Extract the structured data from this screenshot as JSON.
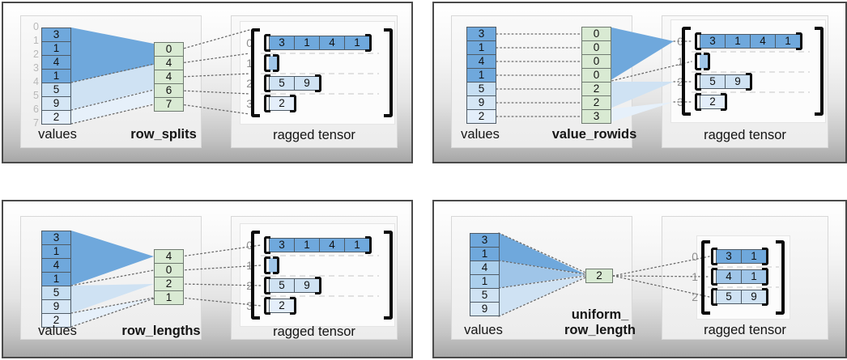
{
  "colors": {
    "blue_dark": "#6fa8dc",
    "blue_mid": "#9fc5e8",
    "blue_light": "#cfe2f3",
    "blue_extra_light": "#e4eefa",
    "encoding_cell_green": "#d9ead3"
  },
  "panels": {
    "row_splits": {
      "method_label": "row_splits",
      "values_label": "values",
      "result_label": "ragged tensor",
      "value_indices": [
        "0",
        "1",
        "2",
        "3",
        "4",
        "5",
        "6",
        "7"
      ],
      "values": [
        "3",
        "1",
        "4",
        "1",
        "5",
        "9",
        "2"
      ],
      "encoding": [
        "0",
        "4",
        "4",
        "6",
        "7"
      ],
      "row_indices": [
        "0",
        "1",
        "2",
        "3"
      ],
      "rows": {
        "r0": [
          "3",
          "1",
          "4",
          "1"
        ],
        "r2": [
          "5",
          "9"
        ],
        "r3": [
          "2"
        ]
      }
    },
    "value_rowids": {
      "method_label": "value_rowids",
      "values_label": "values",
      "result_label": "ragged tensor",
      "values": [
        "3",
        "1",
        "4",
        "1",
        "5",
        "9",
        "2"
      ],
      "encoding": [
        "0",
        "0",
        "0",
        "0",
        "2",
        "2",
        "3"
      ],
      "row_indices": [
        "0",
        "1",
        "2",
        "3"
      ],
      "rows": {
        "r0": [
          "3",
          "1",
          "4",
          "1"
        ],
        "r2": [
          "5",
          "9"
        ],
        "r3": [
          "2"
        ]
      }
    },
    "row_lengths": {
      "method_label": "row_lengths",
      "values_label": "values",
      "result_label": "ragged tensor",
      "values": [
        "3",
        "1",
        "4",
        "1",
        "5",
        "9",
        "2"
      ],
      "encoding": [
        "4",
        "0",
        "2",
        "1"
      ],
      "row_indices": [
        "0",
        "1",
        "2",
        "3"
      ],
      "rows": {
        "r0": [
          "3",
          "1",
          "4",
          "1"
        ],
        "r2": [
          "5",
          "9"
        ],
        "r3": [
          "2"
        ]
      }
    },
    "uniform_row_length": {
      "method_label_line1": "uniform_",
      "method_label_line2": "row_length",
      "values_label": "values",
      "result_label": "ragged tensor",
      "values": [
        "3",
        "1",
        "4",
        "1",
        "5",
        "9"
      ],
      "encoding": [
        "2"
      ],
      "row_indices": [
        "0",
        "1",
        "2"
      ],
      "rows": {
        "r0": [
          "3",
          "1"
        ],
        "r1": [
          "4",
          "1"
        ],
        "r2": [
          "5",
          "9"
        ]
      }
    }
  }
}
